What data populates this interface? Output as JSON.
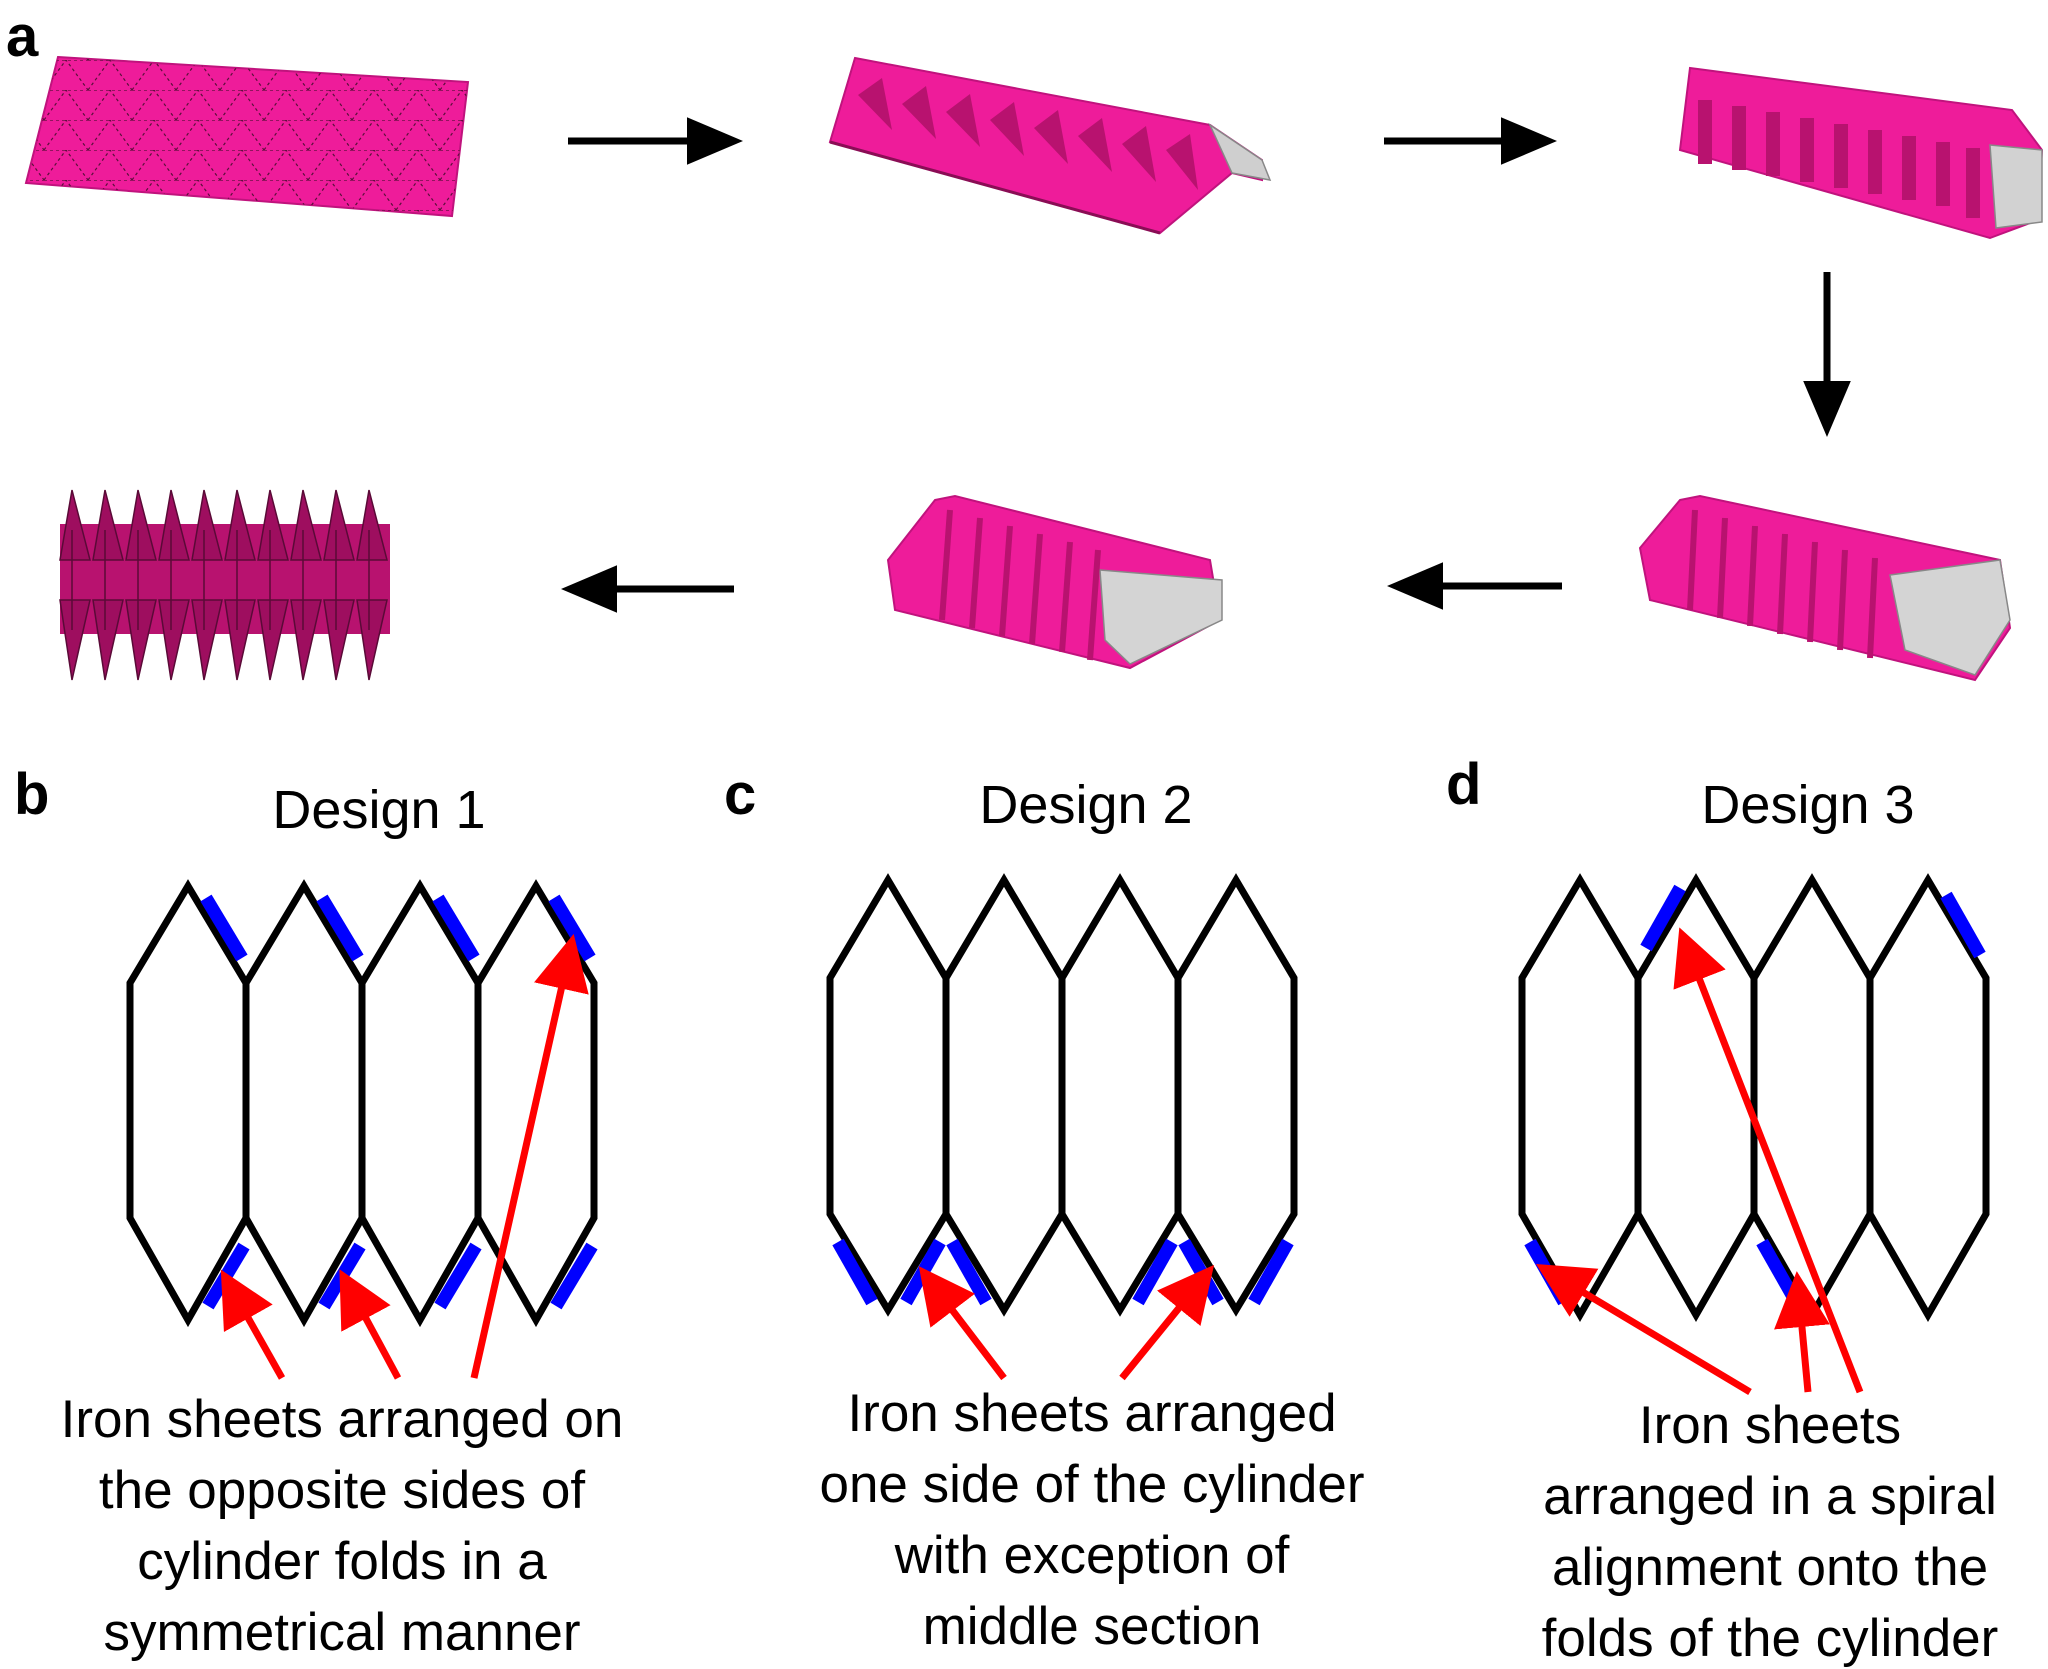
{
  "panel_labels": {
    "a": "a",
    "b": "b",
    "c": "c",
    "d": "d"
  },
  "designs": [
    {
      "title": "Design 1",
      "caption_lines": [
        "Iron sheets arranged on",
        "the opposite sides of",
        "cylinder folds in a",
        "symmetrical manner"
      ]
    },
    {
      "title": "Design 2",
      "caption_lines": [
        "Iron sheets arranged",
        "one side of the cylinder",
        "with exception of",
        "middle section"
      ]
    },
    {
      "title": "Design 3",
      "caption_lines": [
        "Iron sheets",
        "arranged in a spiral",
        "alignment onto the",
        "folds of the cylinder"
      ]
    }
  ],
  "colors": {
    "sheet_magenta": "#ee1c9a",
    "sheet_dark": "#b8126f",
    "end_grey": "#d4d4d4",
    "iron_blue": "#0000ff",
    "arrow_red": "#ff0000",
    "outline": "#000000"
  },
  "icons": {
    "flow_arrow": "black-arrow",
    "annotation_arrow": "red-arrow"
  }
}
